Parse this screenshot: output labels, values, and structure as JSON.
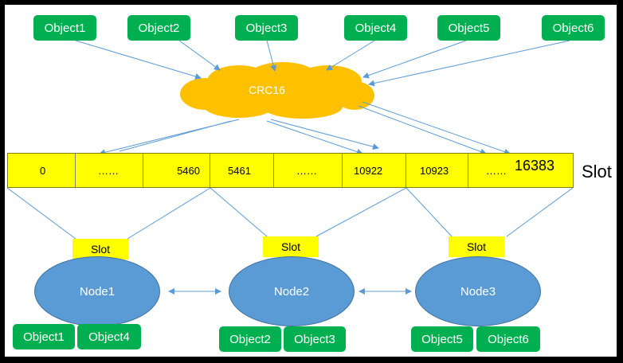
{
  "objects_top": [
    "Object1",
    "Object2",
    "Object3",
    "Object4",
    "Object5",
    "Object6"
  ],
  "hash": "CRC16",
  "slots": [
    "0",
    "……",
    "5460",
    "5461",
    "……",
    "10922",
    "10923",
    "……",
    "16383"
  ],
  "slot_axis_label": "Slot",
  "slot_tag": "Slot",
  "nodes": [
    "Node1",
    "Node2",
    "Node3"
  ],
  "objects_bottom": [
    [
      "Object1",
      "Object4"
    ],
    [
      "Object2",
      "Object3"
    ],
    [
      "Object5",
      "Object6"
    ]
  ],
  "colors": {
    "object": "#00b050",
    "cloud": "#ffc000",
    "slot_bar": "#ffff00",
    "node": "#5b9bd5",
    "arrow": "#5b9bd5"
  }
}
